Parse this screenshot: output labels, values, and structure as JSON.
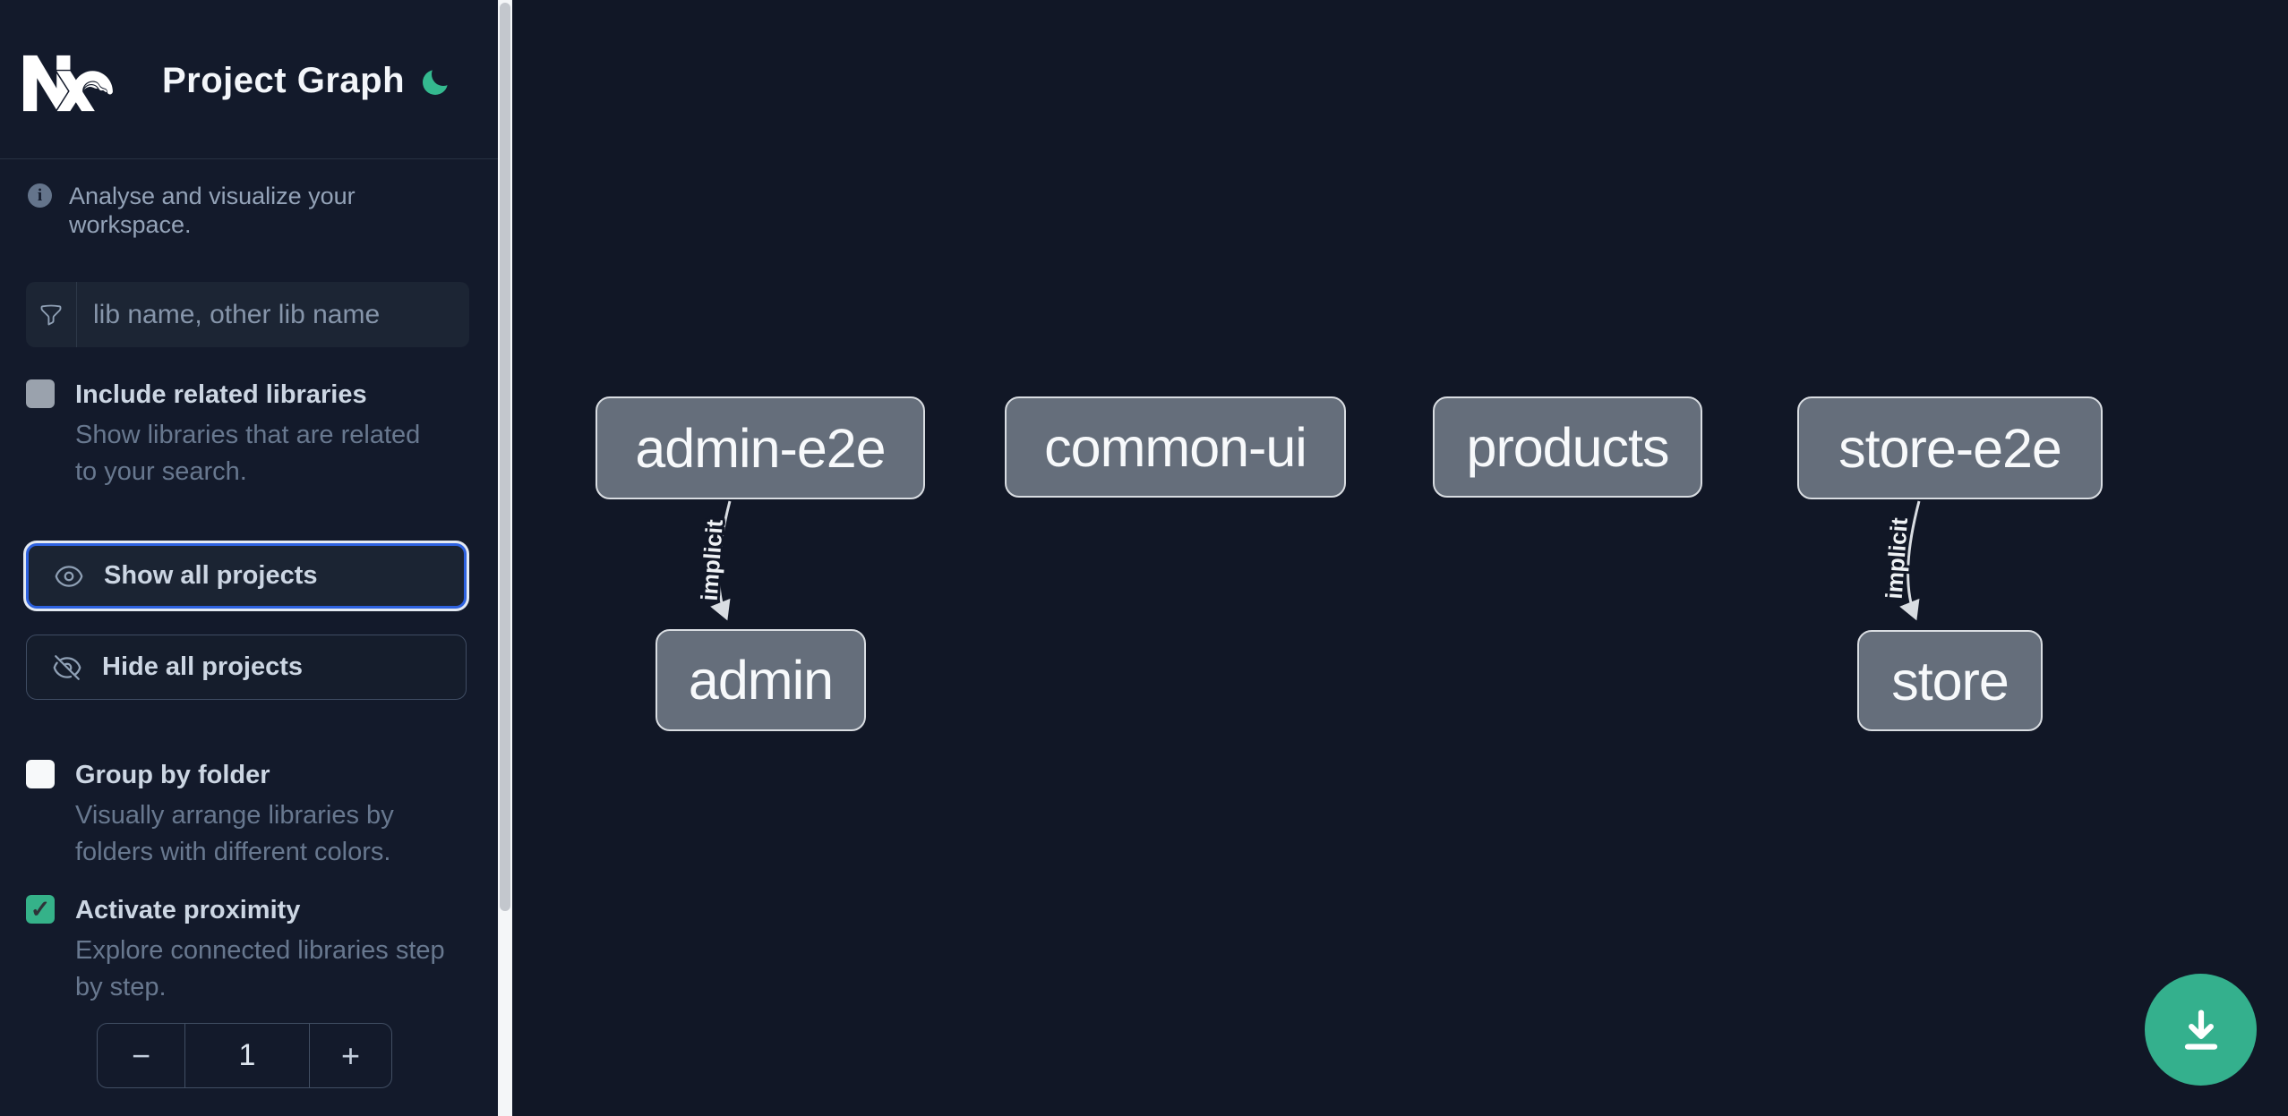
{
  "header": {
    "title": "Project Graph",
    "logo_name": "Nx",
    "theme_toggle": "dark-mode-moon"
  },
  "info": {
    "text": "Analyse and visualize your workspace."
  },
  "search": {
    "placeholder": "lib name, other lib name",
    "value": ""
  },
  "actions": {
    "show_all": "Show all projects",
    "hide_all": "Hide all projects"
  },
  "options": [
    {
      "label": "Include related libraries",
      "description": "Show libraries that are related to your search.",
      "checked": false,
      "checkbox_style": "gray"
    },
    {
      "label": "Group by folder",
      "description": "Visually arrange libraries by folders with different colors.",
      "checked": false,
      "checkbox_style": "white"
    },
    {
      "label": "Activate proximity",
      "description": "Explore connected libraries step by step.",
      "checked": true,
      "checkbox_style": "green"
    }
  ],
  "proximity_stepper": {
    "decrement": "−",
    "value": "1",
    "increment": "+"
  },
  "graph": {
    "nodes": [
      {
        "label": "admin-e2e"
      },
      {
        "label": "common-ui"
      },
      {
        "label": "products"
      },
      {
        "label": "store-e2e"
      },
      {
        "label": "admin"
      },
      {
        "label": "store"
      }
    ],
    "edges": [
      {
        "from": "admin-e2e",
        "to": "admin",
        "label": "implicit"
      },
      {
        "from": "store-e2e",
        "to": "store",
        "label": "implicit"
      }
    ]
  },
  "colors": {
    "background": "#121828",
    "accent_green": "#34b08d",
    "focus_blue": "#2e62e0",
    "node_fill": "#656e7b",
    "node_border": "#d9dde2"
  },
  "checkmark_glyph": "✓"
}
